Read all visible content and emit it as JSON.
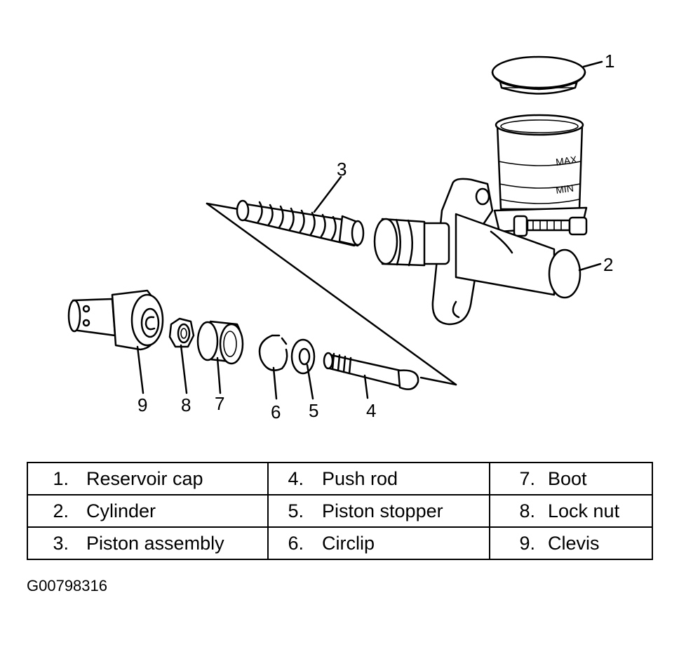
{
  "callouts": [
    "1",
    "2",
    "3",
    "4",
    "5",
    "6",
    "7",
    "8",
    "9"
  ],
  "legend": {
    "rows": [
      [
        {
          "num": "1.",
          "label": "Reservoir cap"
        },
        {
          "num": "4.",
          "label": "Push rod"
        },
        {
          "num": "7.",
          "label": "Boot"
        }
      ],
      [
        {
          "num": "2.",
          "label": "Cylinder"
        },
        {
          "num": "5.",
          "label": "Piston stopper"
        },
        {
          "num": "8.",
          "label": "Lock nut"
        }
      ],
      [
        {
          "num": "3.",
          "label": "Piston assembly"
        },
        {
          "num": "6.",
          "label": "Circlip"
        },
        {
          "num": "9.",
          "label": "Clevis"
        }
      ]
    ]
  },
  "reservoir_markings": [
    "MAX",
    "MIN"
  ],
  "figure_id": "G00798316"
}
